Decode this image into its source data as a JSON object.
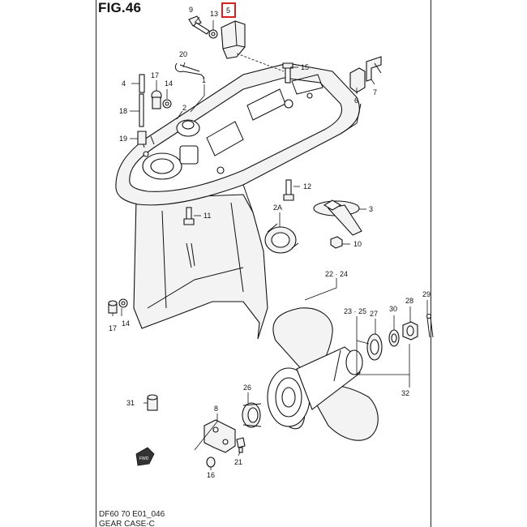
{
  "figure": {
    "title": "FIG.46",
    "footer_code": "DF60 70 E01_046",
    "footer_name": "GEAR CASE-C"
  },
  "highlight": {
    "label": "5",
    "color": "#d62020"
  },
  "callouts": [
    {
      "id": "c1",
      "label": "1"
    },
    {
      "id": "c2",
      "label": "2"
    },
    {
      "id": "c2a",
      "label": "2A"
    },
    {
      "id": "c3",
      "label": "3"
    },
    {
      "id": "c4",
      "label": "4"
    },
    {
      "id": "c6",
      "label": "6"
    },
    {
      "id": "c7",
      "label": "7"
    },
    {
      "id": "c8",
      "label": "8"
    },
    {
      "id": "c9",
      "label": "9"
    },
    {
      "id": "c10",
      "label": "10"
    },
    {
      "id": "c11",
      "label": "11"
    },
    {
      "id": "c12",
      "label": "12"
    },
    {
      "id": "c13",
      "label": "13"
    },
    {
      "id": "c14a",
      "label": "14"
    },
    {
      "id": "c14b",
      "label": "14"
    },
    {
      "id": "c15",
      "label": "15"
    },
    {
      "id": "c16",
      "label": "16"
    },
    {
      "id": "c17a",
      "label": "17"
    },
    {
      "id": "c17b",
      "label": "17"
    },
    {
      "id": "c18",
      "label": "18"
    },
    {
      "id": "c19",
      "label": "19"
    },
    {
      "id": "c20",
      "label": "20"
    },
    {
      "id": "c21",
      "label": "21"
    },
    {
      "id": "c2224",
      "label": "22 · 24"
    },
    {
      "id": "c2325",
      "label": "23 · 25"
    },
    {
      "id": "c26",
      "label": "26"
    },
    {
      "id": "c27",
      "label": "27"
    },
    {
      "id": "c28",
      "label": "28"
    },
    {
      "id": "c29",
      "label": "29"
    },
    {
      "id": "c30",
      "label": "30"
    },
    {
      "id": "c31",
      "label": "31"
    },
    {
      "id": "c32",
      "label": "32"
    }
  ],
  "fwd_mark": "FWD"
}
